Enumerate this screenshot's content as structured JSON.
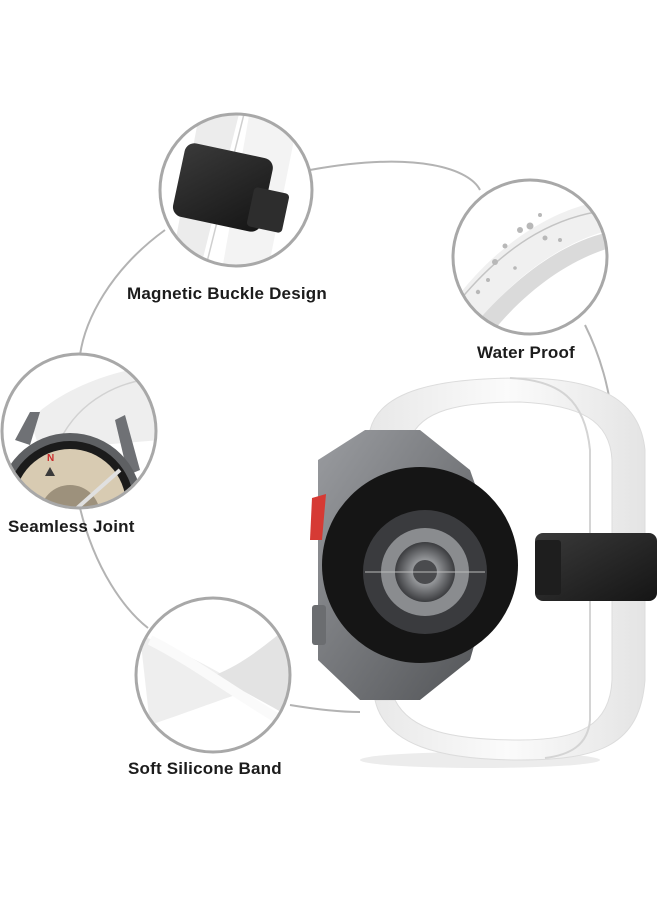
{
  "features": {
    "magnetic_buckle": {
      "label": "Magnetic Buckle Design",
      "icon": "magnetic-buckle-closeup"
    },
    "water_proof": {
      "label": "Water Proof",
      "icon": "water-droplets-closeup"
    },
    "seamless_joint": {
      "label": "Seamless Joint",
      "icon": "watch-joint-closeup"
    },
    "soft_silicone": {
      "label": "Soft Silicone Band",
      "icon": "twisted-band-closeup"
    }
  },
  "product": {
    "name": "White silicone magnetic watch band on smartwatch",
    "colors": {
      "band": "#f4f4f4",
      "buckle": "#2a2a2a",
      "case": "#7a7c80",
      "accent_button": "#d63a34",
      "circle_outline": "#a8a8a8"
    }
  }
}
